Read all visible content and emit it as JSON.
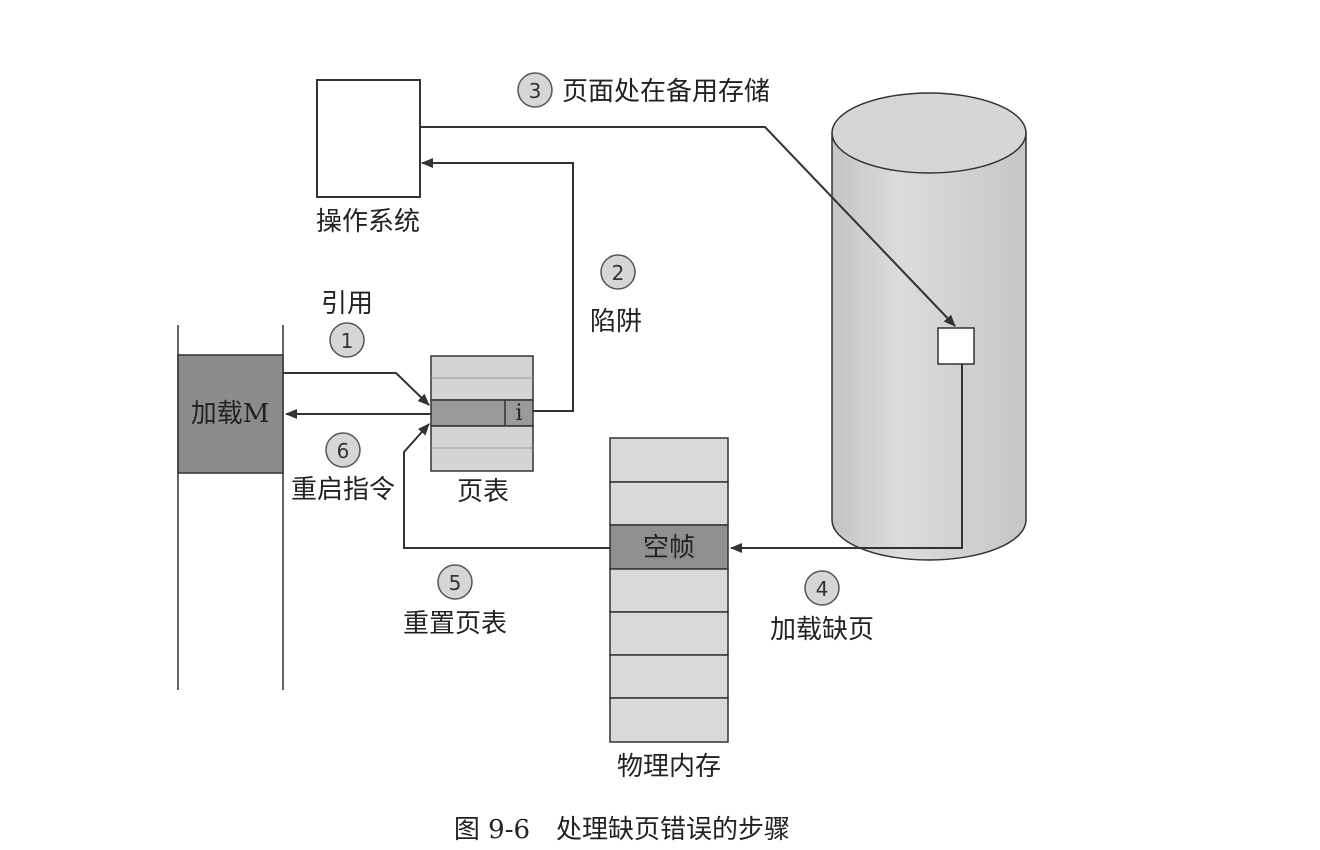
{
  "os_label": "操作系统",
  "load_label": "加载M",
  "page_table_label": "页表",
  "invalid_bit": "i",
  "physical_memory_label": "物理内存",
  "free_frame_label": "空帧",
  "steps": [
    {
      "num": "1",
      "text": "引用"
    },
    {
      "num": "2",
      "text": "陷阱"
    },
    {
      "num": "3",
      "text": "页面处在备用存储"
    },
    {
      "num": "4",
      "text": "加载缺页"
    },
    {
      "num": "5",
      "text": "重置页表"
    },
    {
      "num": "6",
      "text": "重启指令"
    }
  ],
  "caption": "图 9-6　处理缺页错误的步骤",
  "colors": {
    "line": "#333333",
    "load_box": "#8c8c8c",
    "page_table_cell": "#d4d4d4",
    "page_table_row": "#9a9a9a",
    "memory_frame": "#d9d9d9",
    "free_frame": "#8f8f8f",
    "disk": "#d2d2d2",
    "step_circle": "#d6d6d6"
  }
}
